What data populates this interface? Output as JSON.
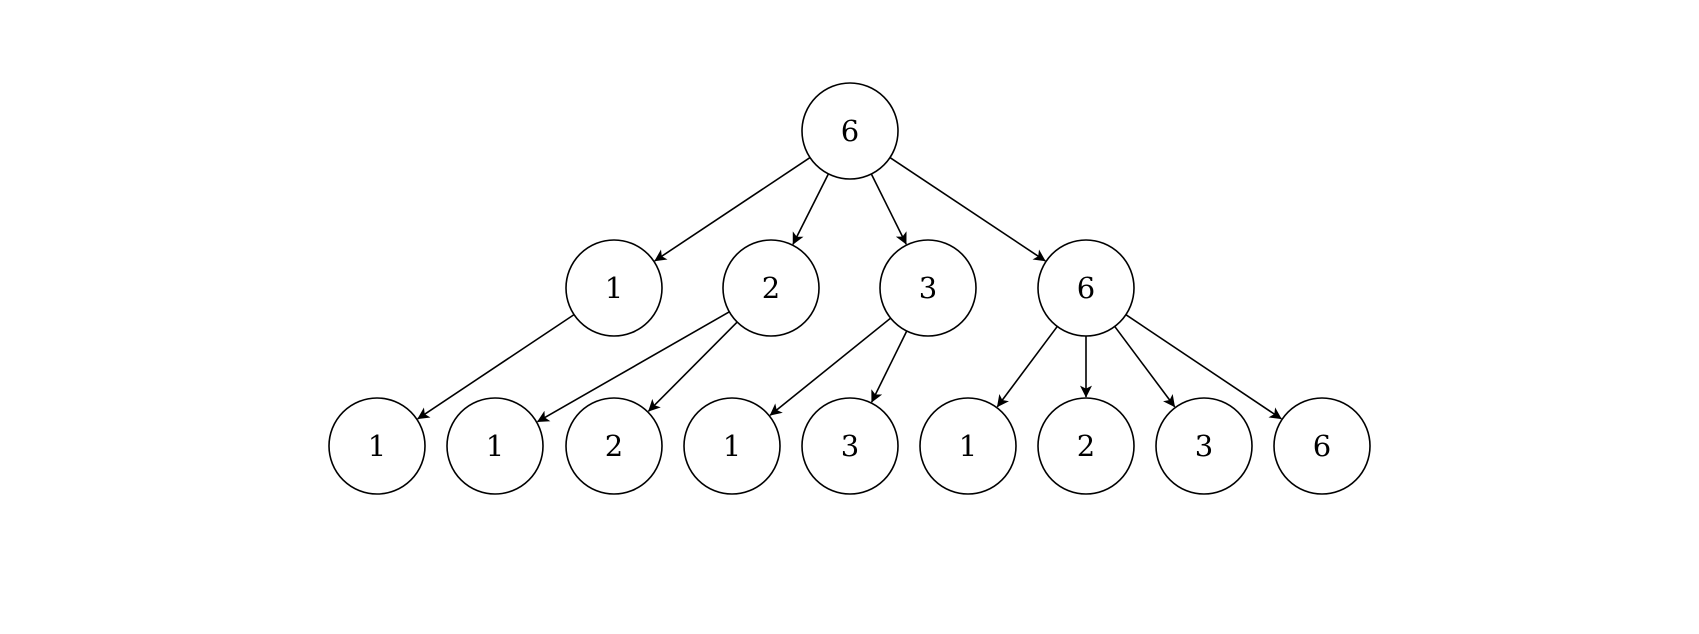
{
  "tree": {
    "root": {
      "id": "n0",
      "label": "6"
    },
    "level1": [
      {
        "id": "n1",
        "label": "1"
      },
      {
        "id": "n2",
        "label": "2"
      },
      {
        "id": "n3",
        "label": "3"
      },
      {
        "id": "n4",
        "label": "6"
      }
    ],
    "level2": [
      {
        "id": "n5",
        "label": "1"
      },
      {
        "id": "n6",
        "label": "1"
      },
      {
        "id": "n7",
        "label": "2"
      },
      {
        "id": "n8",
        "label": "1"
      },
      {
        "id": "n9",
        "label": "3"
      },
      {
        "id": "n10",
        "label": "1"
      },
      {
        "id": "n11",
        "label": "2"
      },
      {
        "id": "n12",
        "label": "3"
      },
      {
        "id": "n13",
        "label": "6"
      }
    ],
    "edges": [
      {
        "from": "n0",
        "to": "n1"
      },
      {
        "from": "n0",
        "to": "n2"
      },
      {
        "from": "n0",
        "to": "n3"
      },
      {
        "from": "n0",
        "to": "n4"
      },
      {
        "from": "n1",
        "to": "n5"
      },
      {
        "from": "n2",
        "to": "n6"
      },
      {
        "from": "n2",
        "to": "n7"
      },
      {
        "from": "n3",
        "to": "n8"
      },
      {
        "from": "n3",
        "to": "n9"
      },
      {
        "from": "n4",
        "to": "n10"
      },
      {
        "from": "n4",
        "to": "n11"
      },
      {
        "from": "n4",
        "to": "n12"
      },
      {
        "from": "n4",
        "to": "n13"
      }
    ]
  }
}
